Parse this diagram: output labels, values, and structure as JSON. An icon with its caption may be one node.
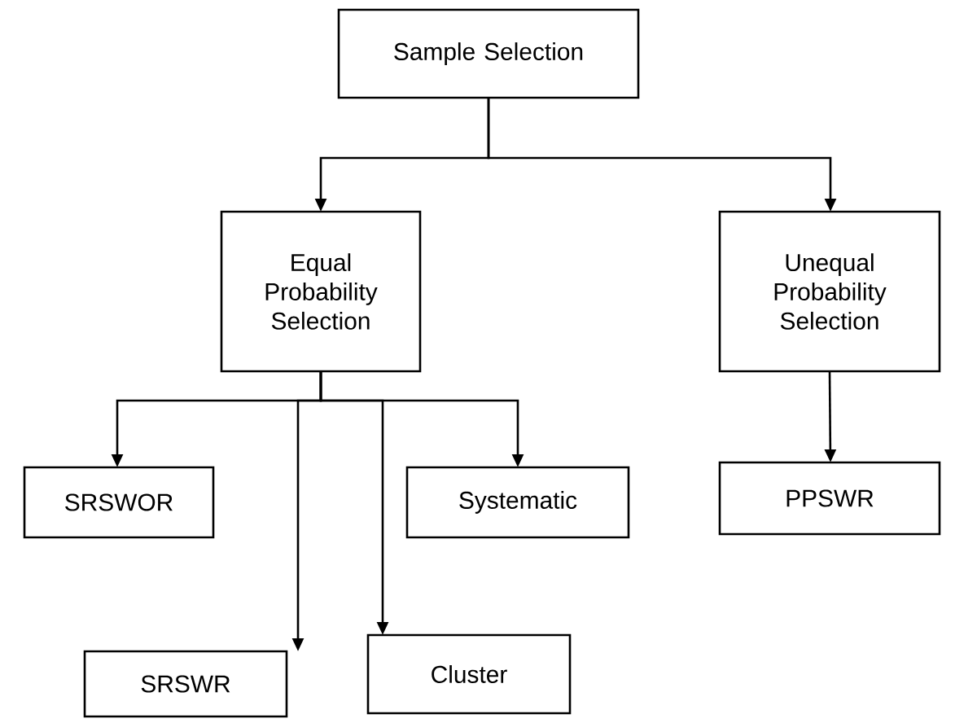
{
  "diagram": {
    "nodes": [
      {
        "text": [
          "Sample Selection"
        ]
      },
      {
        "text": [
          "Equal Probability Selection"
        ]
      },
      {
        "text": [
          "Unequal Probability Selection"
        ]
      },
      {
        "text": [
          "SRSWOR"
        ]
      },
      {
        "text": [
          "Systematic"
        ]
      },
      {
        "text": [
          "PPSWR"
        ]
      },
      {
        "text": [
          "SRSWR"
        ]
      },
      {
        "text": [
          "Cluster"
        ]
      }
    ],
    "edges": [
      {
        "from": 0,
        "to": 1,
        "arrow": "to"
      },
      {
        "from": 0,
        "to": 2,
        "arrow": "to"
      },
      {
        "from": 1,
        "to": 3,
        "arrow": "to"
      },
      {
        "from": 1,
        "to": 4,
        "arrow": "to"
      },
      {
        "from": 2,
        "to": 5,
        "arrow": "to"
      },
      {
        "from": 1,
        "to": 6,
        "arrow": "to"
      },
      {
        "from": 1,
        "to": 7,
        "arrow": "to"
      }
    ]
  }
}
